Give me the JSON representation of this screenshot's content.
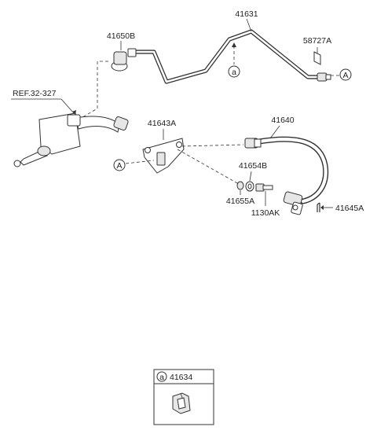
{
  "labels": {
    "p41631": "41631",
    "p41650B": "41650B",
    "p58727A": "58727A",
    "ref": "REF.32-327",
    "p41643A": "41643A",
    "p41640": "41640",
    "p41654B": "41654B",
    "p41655A": "41655A",
    "p1130AK": "1130AK",
    "p41645A": "41645A"
  },
  "callouts": {
    "a_on_pipe": "a",
    "A_right": "A",
    "A_left": "A"
  },
  "legend": {
    "circle_letter": "a",
    "part_number": "41634"
  }
}
